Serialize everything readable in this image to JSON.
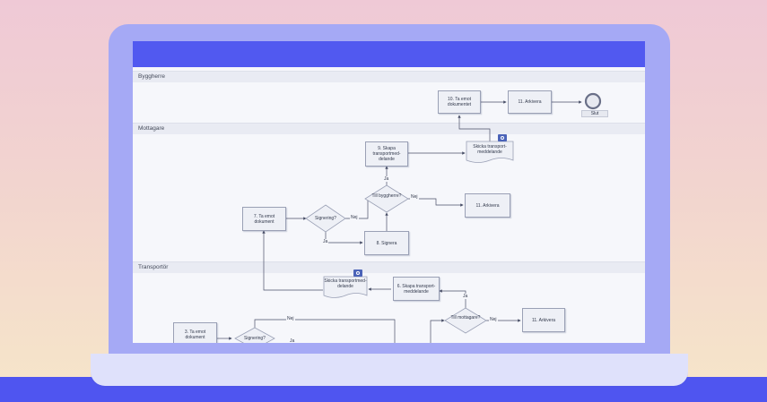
{
  "lanes": {
    "byggherre": "Byggherre",
    "mottagare": "Mottagare",
    "transportor": "Transportör"
  },
  "nodes": {
    "b_ta_emot": "10. Ta emot dokumentet",
    "b_arkivera": "11. Arkivera",
    "b_slut": "Slut",
    "m_skapa": "9. Skapa transportmed- delande",
    "m_skicka": "Skicka transport- meddelande",
    "m_ta_emot": "7. Ta emot dokument",
    "m_signering": "Signering?",
    "m_till_byggherre": "Till byggherre?",
    "m_arkivera": "11. Arkivera",
    "m_signera": "8. Signera",
    "t_skicka": "Skicka transportmed- delande",
    "t_skapa": "6. Skapa transport- meddelande",
    "t_ta_emot": "3. Ta emot dokument",
    "t_signering": "Signering?",
    "t_till_mottagare": "Till mottagare?",
    "t_arkivera": "11. Arkivera"
  },
  "edge_labels": {
    "ja1": "Ja",
    "nej1": "Nej",
    "nej2": "Nej",
    "ja2": "Ja",
    "ja3": "Ja",
    "nej3": "Nej",
    "nej4": "Nej",
    "ja4": "Ja"
  },
  "colors": {
    "topbar": "#5159f0",
    "laptop": "#a5a9f5",
    "floor": "#4f55f0",
    "task_fill": "#eef0f6",
    "task_border": "#9aa0b5",
    "gear_badge": "#4b63b8"
  }
}
